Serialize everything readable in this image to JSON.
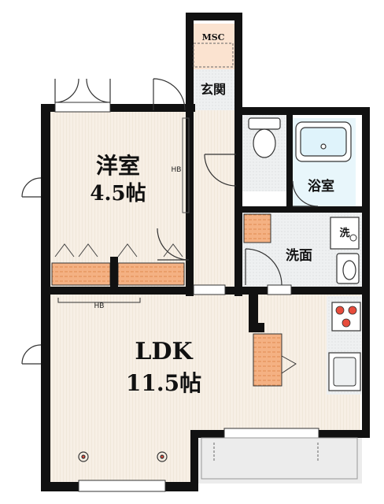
{
  "rooms": {
    "western_room": {
      "name": "洋室",
      "size": "4.5帖"
    },
    "ldk": {
      "name": "LDK",
      "size": "11.5帖"
    },
    "bath": {
      "name": "浴室"
    },
    "washroom": {
      "name": "洗面"
    },
    "entrance": {
      "name": "玄関"
    },
    "msc": {
      "name": "MSC"
    },
    "washer": {
      "name": "洗"
    }
  },
  "labels": {
    "hb_upper": "HB",
    "hb_lower": "HB"
  },
  "colors": {
    "wall": "#111111",
    "floor_wood": "#f6efe6",
    "floor_tile": "#eceeef",
    "accent_orange": "#f4b183",
    "bath_blue": "#dff3fb",
    "balcony": "#e8e8e8"
  }
}
